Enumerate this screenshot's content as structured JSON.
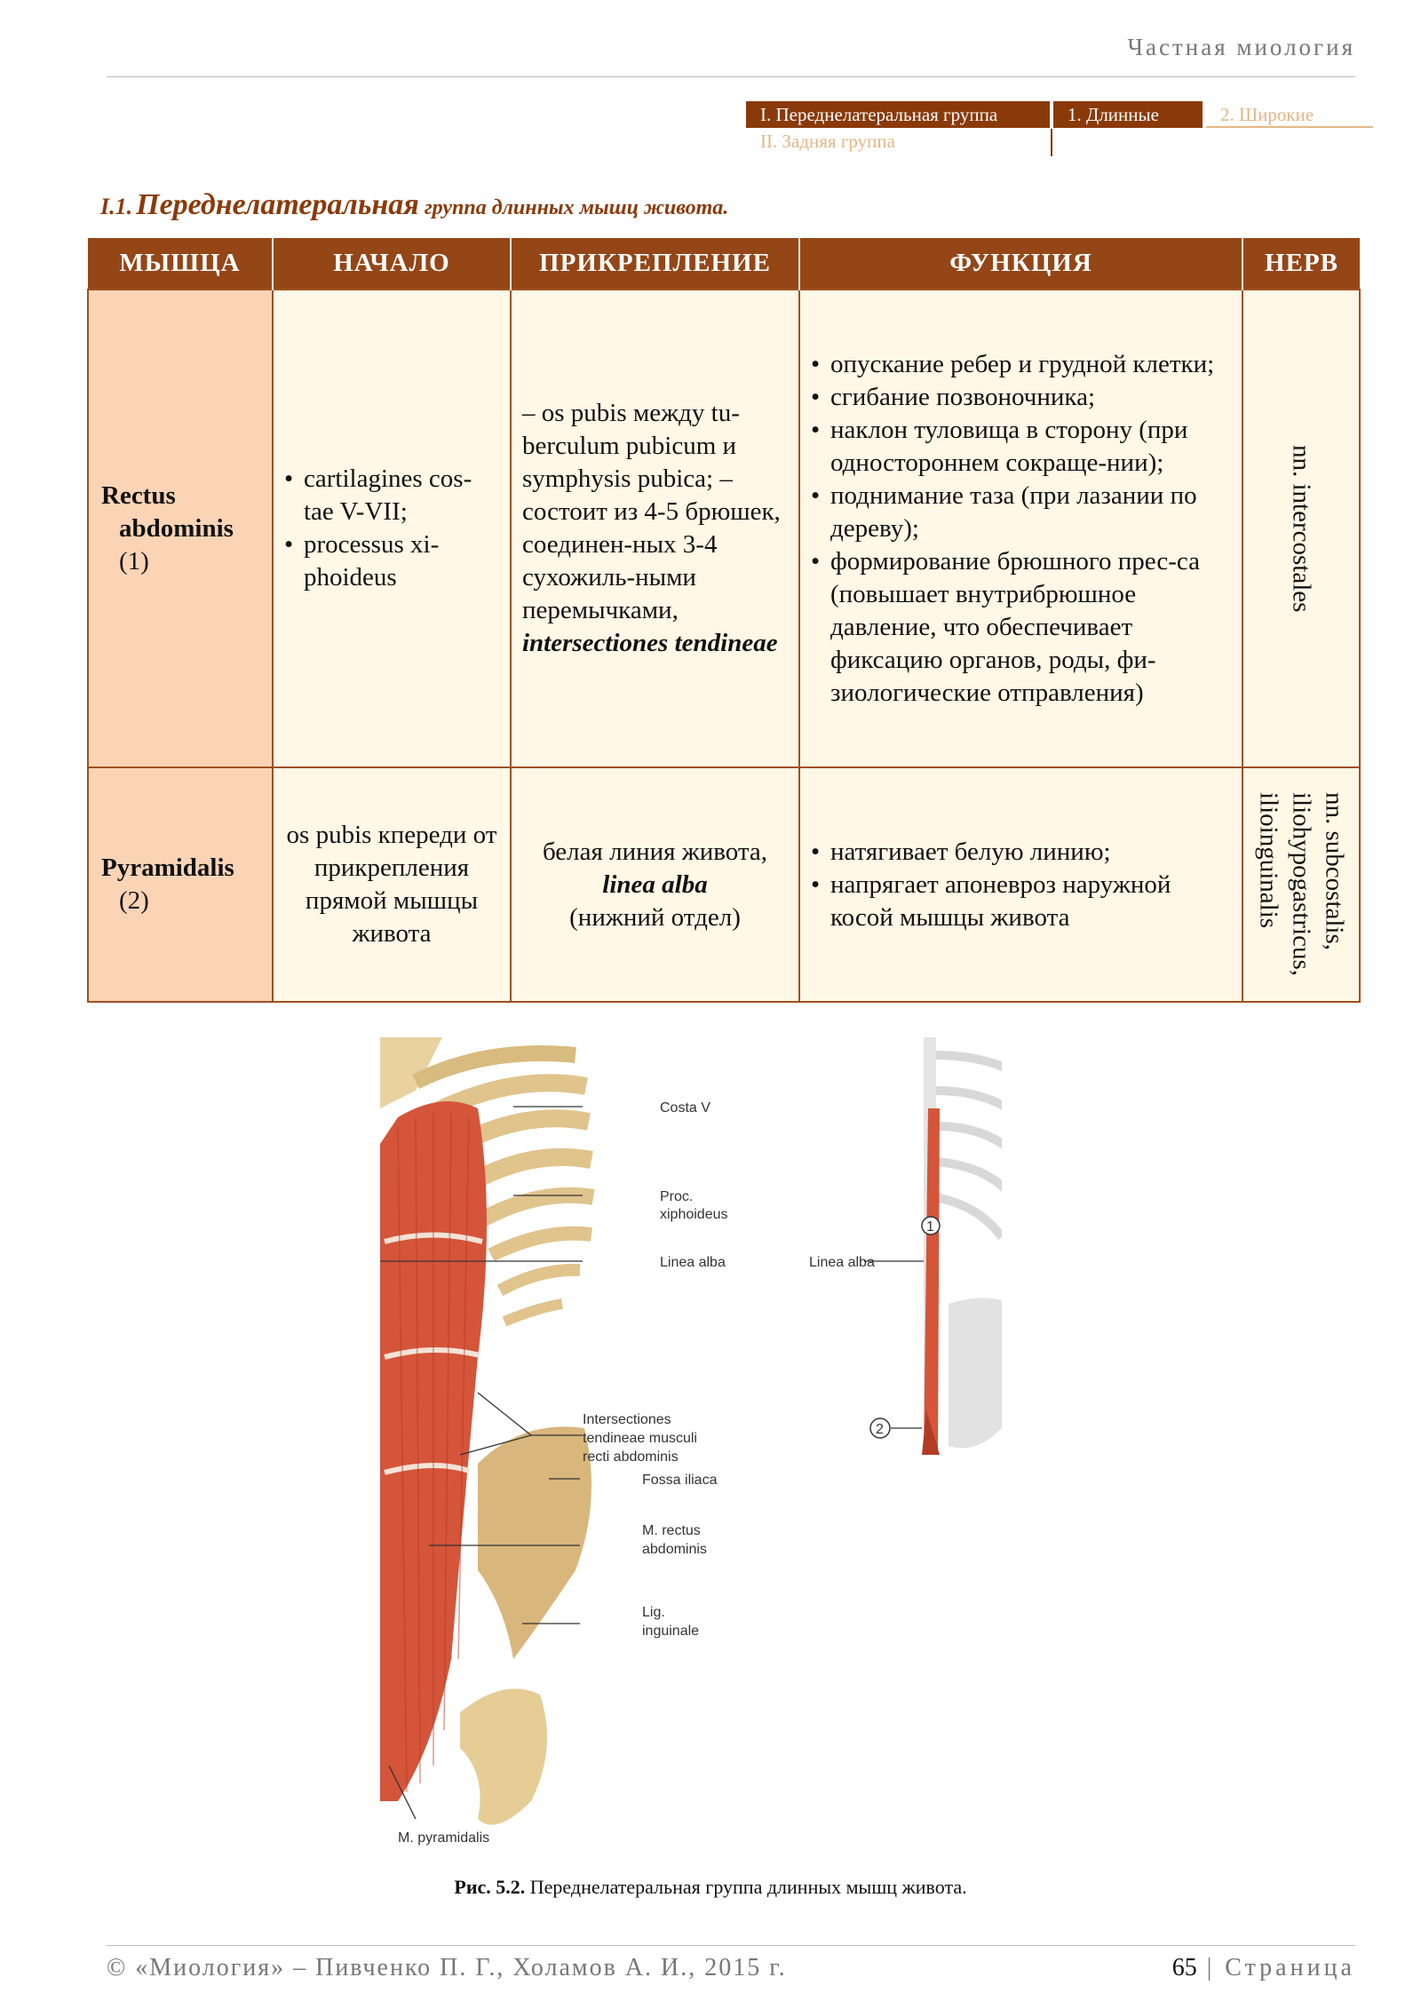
{
  "header": {
    "title": "Частная миология"
  },
  "nav": {
    "tab1": "I. Переднелатеральная группа",
    "tab2": "1. Длинные",
    "tab3": "2. Широкие",
    "tab4": "II. Задняя группа"
  },
  "section": {
    "number": "I.1.",
    "title_bold": "Переднелатеральная",
    "title_rest": " группа длинных мышц живота."
  },
  "table": {
    "headers": [
      "МЫШЦА",
      "НАЧАЛО",
      "ПРИКРЕПЛЕНИЕ",
      "ФУНКЦИЯ",
      "НЕРВ"
    ],
    "rows": [
      {
        "name_line1": "Rectus",
        "name_line2": "abdominis",
        "number": "(1)",
        "origin": [
          "cartilagines cos-tae V-VII;",
          "processus xi-phoideus"
        ],
        "insertion_text": "– os pubis между tu-berculum pubicum и symphysis pubica; – состоит из 4-5 брюшек, соединен-ных 3-4 сухожиль-ными перемычками, ",
        "insertion_italic": "intersectiones tendineae",
        "function": [
          "опускание ребер и грудной клетки;",
          "сгибание позвоночника;",
          "наклон туловища в сторону (при одностороннем сокраще-нии);",
          "поднимание таза (при лазании по дереву);",
          "формирование брюшного прес-са (повышает внутрибрюшное давление, что обеспечивает фиксацию органов, роды, фи-зиологические отправления)"
        ],
        "nerve": "nn. intercostales"
      },
      {
        "name_line1": "Pyramidalis",
        "number": "(2)",
        "origin_text": "os pubis кпереди от прикрепления прямой мышцы живота",
        "insertion_pre": "белая линия живота,",
        "insertion_italic": "linea alba",
        "insertion_post": "(нижний отдел)",
        "function": [
          "натягивает белую линию;",
          "напрягает апоневроз наружной косой мышцы живота"
        ],
        "nerve": "nn. subcostalis,\niliohypogastricus,\nilioinguinalis"
      }
    ]
  },
  "figure": {
    "labels": {
      "costa": "Costa V",
      "proc1": "Proc.",
      "proc2": "xiphoideus",
      "linea": "Linea alba",
      "inter1": "Intersectiones",
      "inter2": "tendineae musculi",
      "inter3": "recti abdominis",
      "fossa": "Fossa iliaca",
      "rect1": "M. rectus",
      "rect2": "abdominis",
      "lig1": "Lig.",
      "lig2": "inguinale",
      "pyr": "M. pyramidalis",
      "linea_right": "Linea alba",
      "marker1": "1",
      "marker2": "2"
    },
    "caption_bold": "Рис. 5.2.",
    "caption_text": " Переднелатеральная группа длинных мышц живота."
  },
  "footer": {
    "left": "© «Миология» – Пивченко П. Г., Холамов А. И., 2015 г.",
    "page_number": "65",
    "page_word": " | Страница"
  },
  "colors": {
    "accent": "#944617",
    "name_cell": "#fbd4b6",
    "cell": "#fff8e6",
    "muscle": "#d4553a",
    "bone": "#e8d2a0"
  }
}
